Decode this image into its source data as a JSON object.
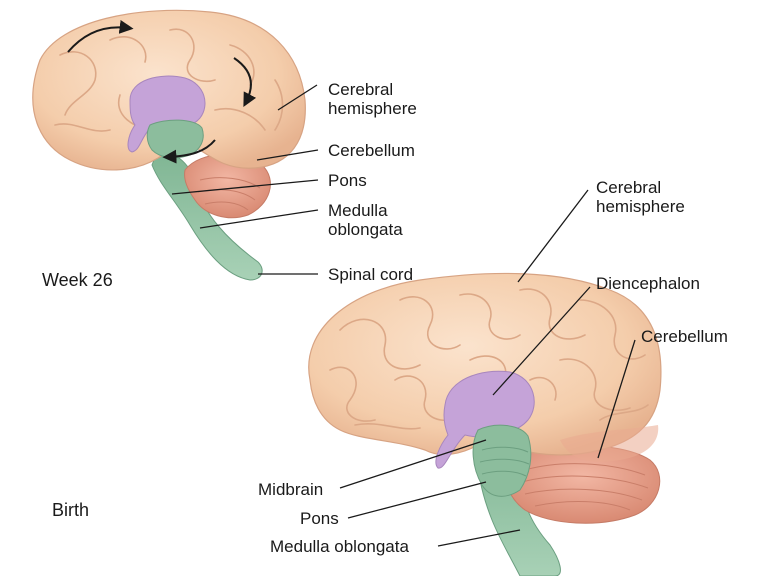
{
  "stages": {
    "week26": "Week 26",
    "birth": "Birth"
  },
  "week26_labels": {
    "cerebral_hemisphere_line1": "Cerebral",
    "cerebral_hemisphere_line2": "hemisphere",
    "cerebellum": "Cerebellum",
    "pons": "Pons",
    "medulla_line1": "Medulla",
    "medulla_line2": "oblongata",
    "spinal_cord": "Spinal cord"
  },
  "birth_labels": {
    "cerebral_hemisphere_line1": "Cerebral",
    "cerebral_hemisphere_line2": "hemisphere",
    "diencephalon": "Diencephalon",
    "cerebellum": "Cerebellum",
    "midbrain": "Midbrain",
    "pons": "Pons",
    "medulla_oblongata": "Medulla oblongata"
  },
  "colors": {
    "cerebrum": "#f6d3b4",
    "cerebrum_shade": "#e6b596",
    "cerebellum": "#e8a08a",
    "brainstem": "#8fbf9f",
    "diencephalon": "#c6a6d6",
    "leader_line": "#1a1a1a"
  }
}
